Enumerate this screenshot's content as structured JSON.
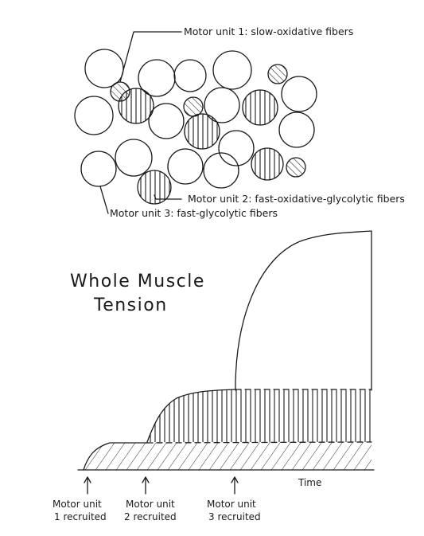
{
  "fiber_labels": {
    "unit1": "Motor unit 1: slow-oxidative fibers",
    "unit2": "Motor unit 2: fast-oxidative-glycolytic fibers",
    "unit3": "Motor unit 3: fast-glycolytic fibers"
  },
  "graph": {
    "title_line1": "Whole Muscle",
    "title_line2": "Tension",
    "x_axis_label": "Time",
    "recruit_labels": [
      {
        "line1": "Motor unit",
        "line2": "1 recruited"
      },
      {
        "line1": "Motor unit",
        "line2": "2 recruited"
      },
      {
        "line1": "Motor unit",
        "line2": "3 recruited"
      }
    ]
  }
}
